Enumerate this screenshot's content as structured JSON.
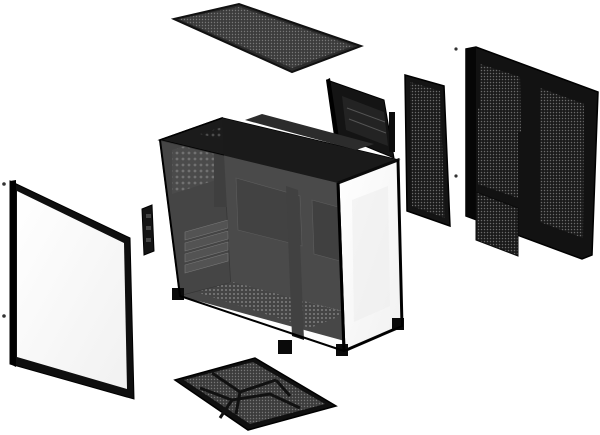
{
  "figure": {
    "alt": "",
    "background": "#ffffff",
    "colors": {
      "body": "#141414",
      "edge": "#3a3a3a",
      "mesh": "#2a2a2a",
      "glass": "#f4f4f4",
      "glass_shadow": "#e2e2e2",
      "highlight": "#8a8a8a"
    },
    "parts": [
      {
        "id": "top-dust-filter",
        "label": ""
      },
      {
        "id": "gpu-vertical-bracket",
        "label": ""
      },
      {
        "id": "front-mesh-panel",
        "label": ""
      },
      {
        "id": "right-side-panel",
        "label": ""
      },
      {
        "id": "left-glass-side-panel",
        "label": ""
      },
      {
        "id": "rear-io-shield-bracket",
        "label": ""
      },
      {
        "id": "chassis-body",
        "label": ""
      },
      {
        "id": "bottom-dust-filter",
        "label": ""
      }
    ]
  }
}
